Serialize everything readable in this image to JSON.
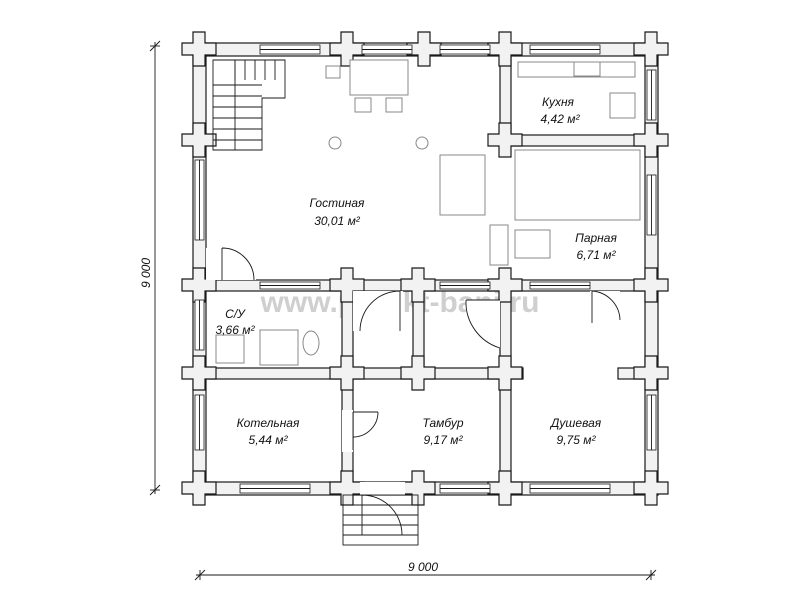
{
  "rooms": {
    "gostinaya": {
      "name": "Гостиная",
      "area": "30,01 м²"
    },
    "kukhnya": {
      "name": "Кухня",
      "area": "4,42 м²"
    },
    "parnaya": {
      "name": "Парная",
      "area": "6,71 м²"
    },
    "su": {
      "name": "С/У",
      "area": "3,66 м²"
    },
    "kotelnaya": {
      "name": "Котельная",
      "area": "5,44 м²"
    },
    "tambur": {
      "name": "Тамбур",
      "area": "9,17 м²"
    },
    "dushevaya": {
      "name": "Душевая",
      "area": "9,75 м²"
    }
  },
  "dimensions": {
    "width": "9 000",
    "height": "9 000"
  },
  "watermark": "www.proekt-bani.ru",
  "colors": {
    "wall_fill": "#f2f2f2",
    "line": "#1a1a1a",
    "watermark": "#cfcfcf"
  }
}
